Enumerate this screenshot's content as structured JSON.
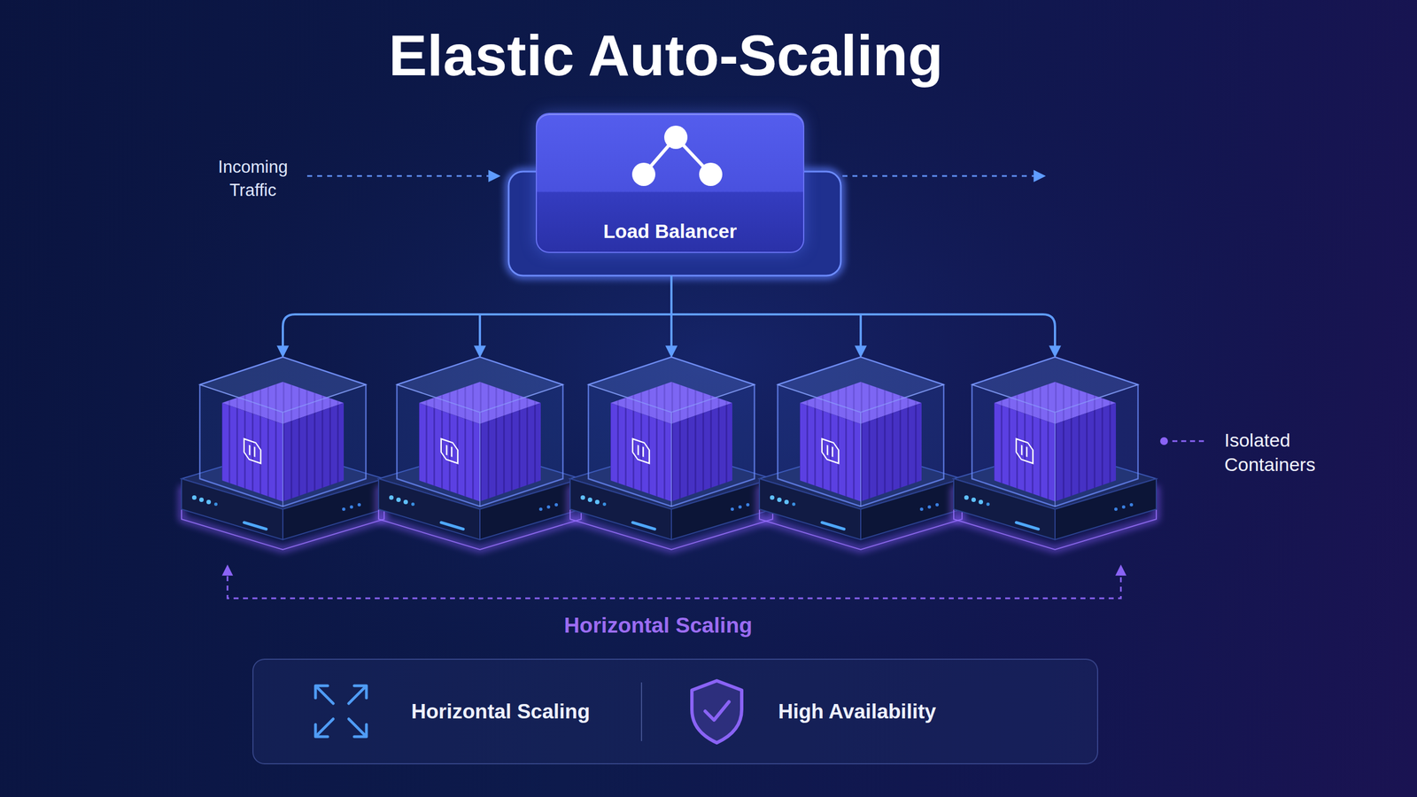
{
  "diagram": {
    "title": "Elastic Auto-Scaling",
    "nodes": [
      {
        "text": [
          "Load Balancer"
        ]
      },
      {
        "text": [
          "Horizontal Scaling",
          "High Availability"
        ]
      }
    ],
    "labels": [
      "Incoming Traffic",
      "Isolated Containers",
      "Horizontal Scaling"
    ]
  }
}
